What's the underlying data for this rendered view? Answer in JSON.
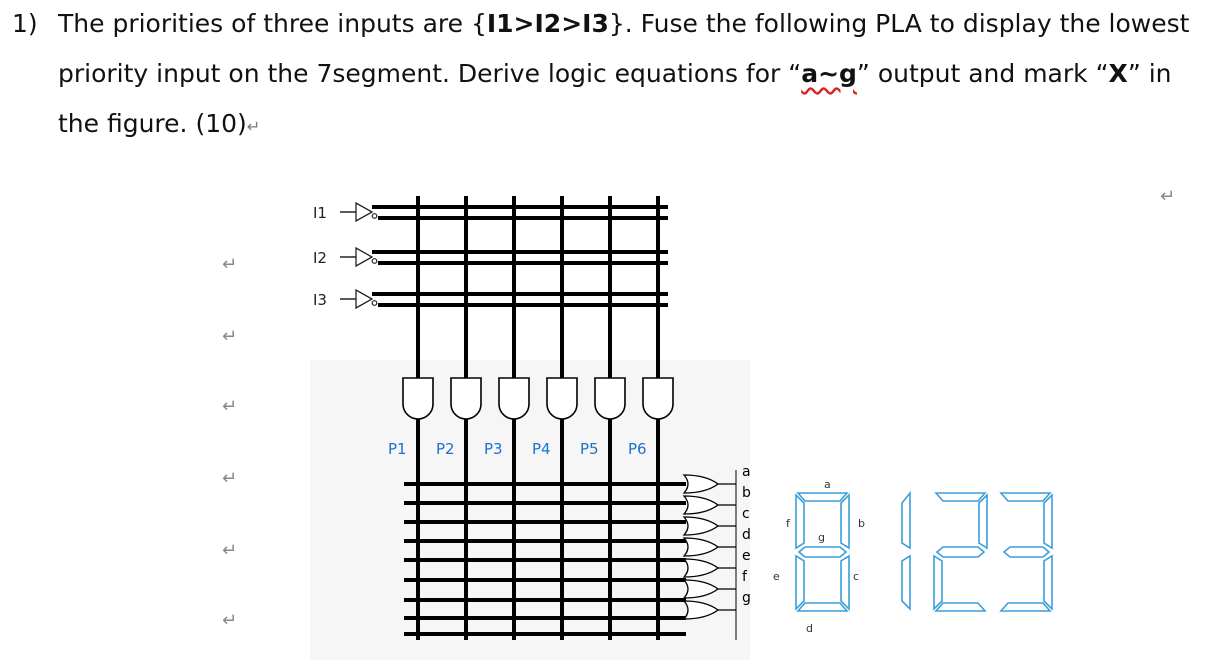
{
  "question": {
    "number": "1)",
    "line1_pre": "The priorities of three inputs are {",
    "line1_bold": "I1>I2>I3",
    "line1_post": "}. Fuse the following PLA to display the lowest",
    "line2_pre": "priority input on the 7segment. Derive logic equations for “",
    "line2_bold": "a~g",
    "line2_mid": "” output and mark “",
    "line2_bold2": "X",
    "line2_post": "” in",
    "line3": "the figure. (10)",
    "return_mark": "↵"
  },
  "figure": {
    "inputs": [
      "I1",
      "I2",
      "I3"
    ],
    "products": [
      "P1",
      "P2",
      "P3",
      "P4",
      "P5",
      "P6"
    ],
    "outputs": [
      "a",
      "b",
      "c",
      "d",
      "e",
      "f",
      "g"
    ],
    "segment_labels": [
      "a",
      "b",
      "c",
      "d",
      "e",
      "f",
      "g"
    ],
    "digits": [
      "1",
      "2",
      "3"
    ],
    "segment_color": "#3a9fdc",
    "label_color": "#1a73c8"
  }
}
